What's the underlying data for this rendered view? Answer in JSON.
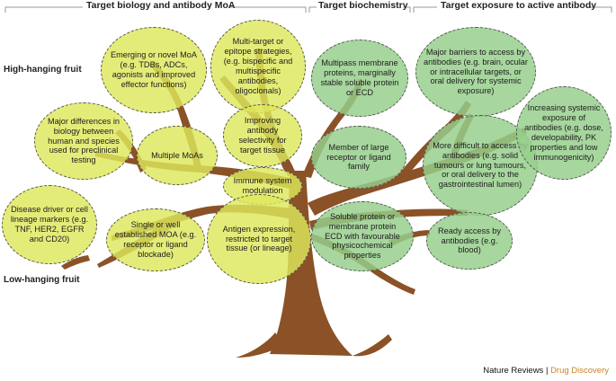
{
  "headers": {
    "biology": "Target biology and antibody MoA",
    "biochemistry": "Target biochemistry",
    "exposure": "Target exposure to active antibody"
  },
  "row_labels": {
    "high": "High-hanging fruit",
    "low": "Low-hanging fruit"
  },
  "bubbles": {
    "emerging_moa": "Emerging or novel MoA (e.g. TDBs, ADCs, agonists and improved effector functions)",
    "multi_target": "Multi-target or epitope strategies, (e.g. bispecific and multispecific antibodies, oligoclonals)",
    "species_diff": "Major differences in biology between human and species used for preclinical testing",
    "multiple_moas": "Multiple MoAs",
    "selectivity": "Improving antibody selectivity for target tissue",
    "immune_mod": "Immune system modulation",
    "disease_driver": "Disease driver or cell lineage markers (e.g. TNF, HER2, EGFR and CD20)",
    "single_moa": "Single or well established MOA (e.g. receptor or ligand blockade)",
    "antigen_expr": "Antigen expression, restricted to target tissue (or lineage)",
    "multipass": "Multipass membrane proteins, marginally stable soluble protein or ECD",
    "receptor_family": "Member of large receptor or ligand family",
    "soluble_protein": "Soluble protein or membrane protein ECD with favourable physicochemical properties",
    "major_barriers": "Major barriers to access by antibodies (e.g. brain, ocular or intracellular targets, or oral delivery for systemic exposure)",
    "more_difficult": "More difficult to access by antibodies (e.g. solid tumours or lung tumours, or oral delivery to the gastrointestinal lumen)",
    "systemic_exposure": "Increasing systemic exposure of antibodies (e.g. dose, developability, PK properties and low immunogenicity)",
    "ready_access": "Ready access by antibodies (e.g. blood)"
  },
  "credit": {
    "journal": "Nature Reviews",
    "separator": " | ",
    "section": "Drug Discovery"
  },
  "colors": {
    "trunk": "#8a5226",
    "yellow_bubble": "#dee85c",
    "green_bubble": "#96ce8c",
    "header_bracket": "#9a9a9a",
    "credit_accent": "#c8842b"
  }
}
